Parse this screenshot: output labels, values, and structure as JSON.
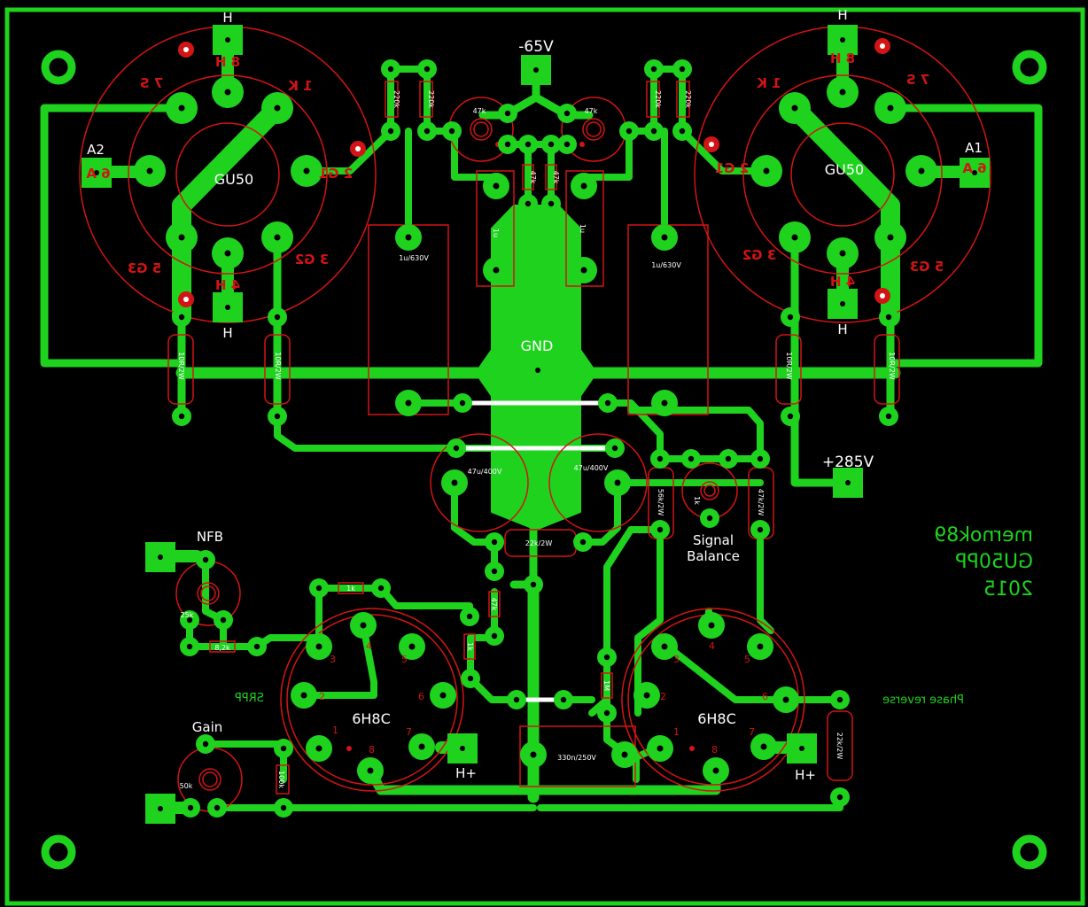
{
  "colors": {
    "background": "#000000",
    "copper": "#1ed21e",
    "silk": "#d21414",
    "label": "#ffffff",
    "jumper": "#ffffff",
    "silk_text_green": "#1ed21e"
  },
  "power": {
    "neg": "-65V",
    "pos": "+285V",
    "gnd": "GND"
  },
  "tubes": {
    "left_gu50": "GU50",
    "right_gu50": "GU50",
    "left_6h8c": "6H8C",
    "right_6h8c": "6H8C",
    "left_heater_top": "H",
    "left_heater_bottom": "H",
    "right_heater_top": "H",
    "right_heater_bottom": "H",
    "left_anode": "A2",
    "right_anode": "A1",
    "left_h_plus": "H+",
    "right_h_plus": "H+"
  },
  "pin_labels_left_gu50": {
    "p8": "8 H",
    "p1": "1 K",
    "p2": "2 G1",
    "p3": "3 G2",
    "p4": "4 H",
    "p5": "5 G3",
    "p6": "6 A",
    "p7": "7 S"
  },
  "pin_labels_right_gu50": {
    "p8": "8 H",
    "p1": "1 K",
    "p2": "2 G1",
    "p3": "3 G2",
    "p4": "4 H",
    "p5": "5 G3",
    "p6": "6 A",
    "p7": "7 S"
  },
  "pin_labels_6h8c": [
    "1",
    "2",
    "3",
    "4",
    "5",
    "6",
    "7",
    "8"
  ],
  "components": {
    "r220k_a": "220k",
    "r220k_b": "220k",
    "r220k_c": "220k",
    "r220k_d": "220k",
    "pot47k_l": "47k",
    "pot47k_r": "47k",
    "r47k_a": "47k",
    "r47k_b": "47k",
    "cap1u_l": "1u",
    "cap1u_r": "1u",
    "cap1u630_l": "1u/630V",
    "cap1u630_r": "1u/630V",
    "r10r_a": "10R/2W",
    "r10r_b": "10R/2W",
    "r10r_c": "10R/2W",
    "r10r_d": "10R/2W",
    "cap47u_l": "47u/400V",
    "cap47u_r": "47u/400V",
    "r22k2w_mid": "22k/2W",
    "r56k": "56k/2W",
    "r47k2w": "47k/2W",
    "pot1k": "1k",
    "r1k_top": "1k",
    "r47k_v": "47k",
    "r1k_v": "1k",
    "pot25k": "25k",
    "r8k2": "8,2k",
    "pot50k": "50k",
    "r100k": "100k",
    "r1m": "1M",
    "cap330n": "330n/250V",
    "r22k2w_right": "22k/2W"
  },
  "labels": {
    "nfb": "NFB",
    "gain": "Gain",
    "signal": "Signal",
    "balance": "Balance",
    "srpp": "SRPP",
    "phase_reverse": "Phase reverse",
    "author": "mernok89",
    "project": "GU50PP",
    "year": "2015"
  }
}
